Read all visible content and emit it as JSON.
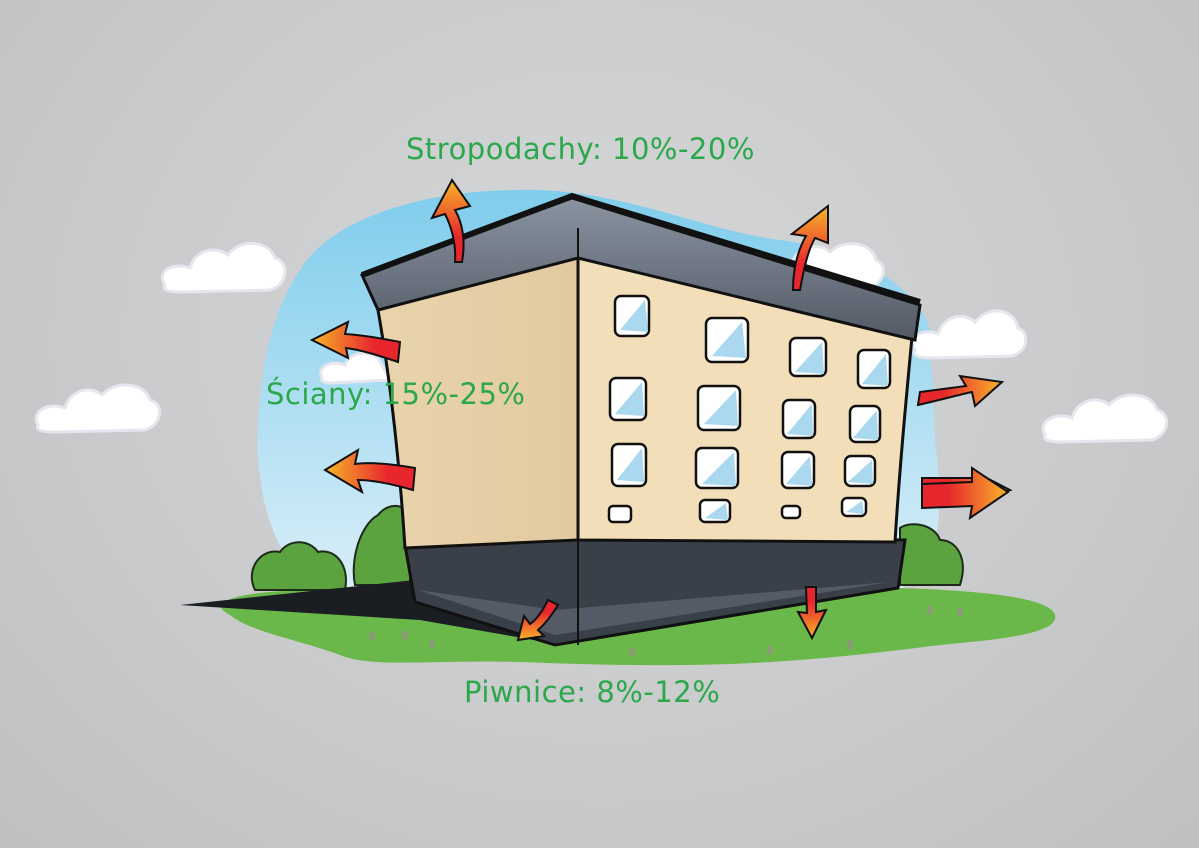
{
  "title": "Building heat loss infographic",
  "labels": {
    "roof": "Stropodachy: 10%-20%",
    "walls": "Ściany: 15%-25%",
    "basement": "Piwnice: 8%-12%"
  },
  "heat_loss": [
    {
      "part": "Stropodachy",
      "min_pct": 10,
      "max_pct": 20,
      "arrows": 2,
      "direction": "up"
    },
    {
      "part": "Ściany",
      "min_pct": 15,
      "max_pct": 25,
      "arrows": 4,
      "direction": "sideways"
    },
    {
      "part": "Piwnice",
      "min_pct": 8,
      "max_pct": 12,
      "arrows": 2,
      "direction": "down"
    }
  ],
  "colors": {
    "background": "#c9cacc",
    "label_text": "#2aa84a",
    "sky": "#9fd6ef",
    "wall": "#f0dcb4",
    "roof": "#5d6470",
    "basement": "#3a4049",
    "grass": "#6bb84a",
    "arrow_start": "#e8262d",
    "arrow_end": "#f7b52a"
  }
}
